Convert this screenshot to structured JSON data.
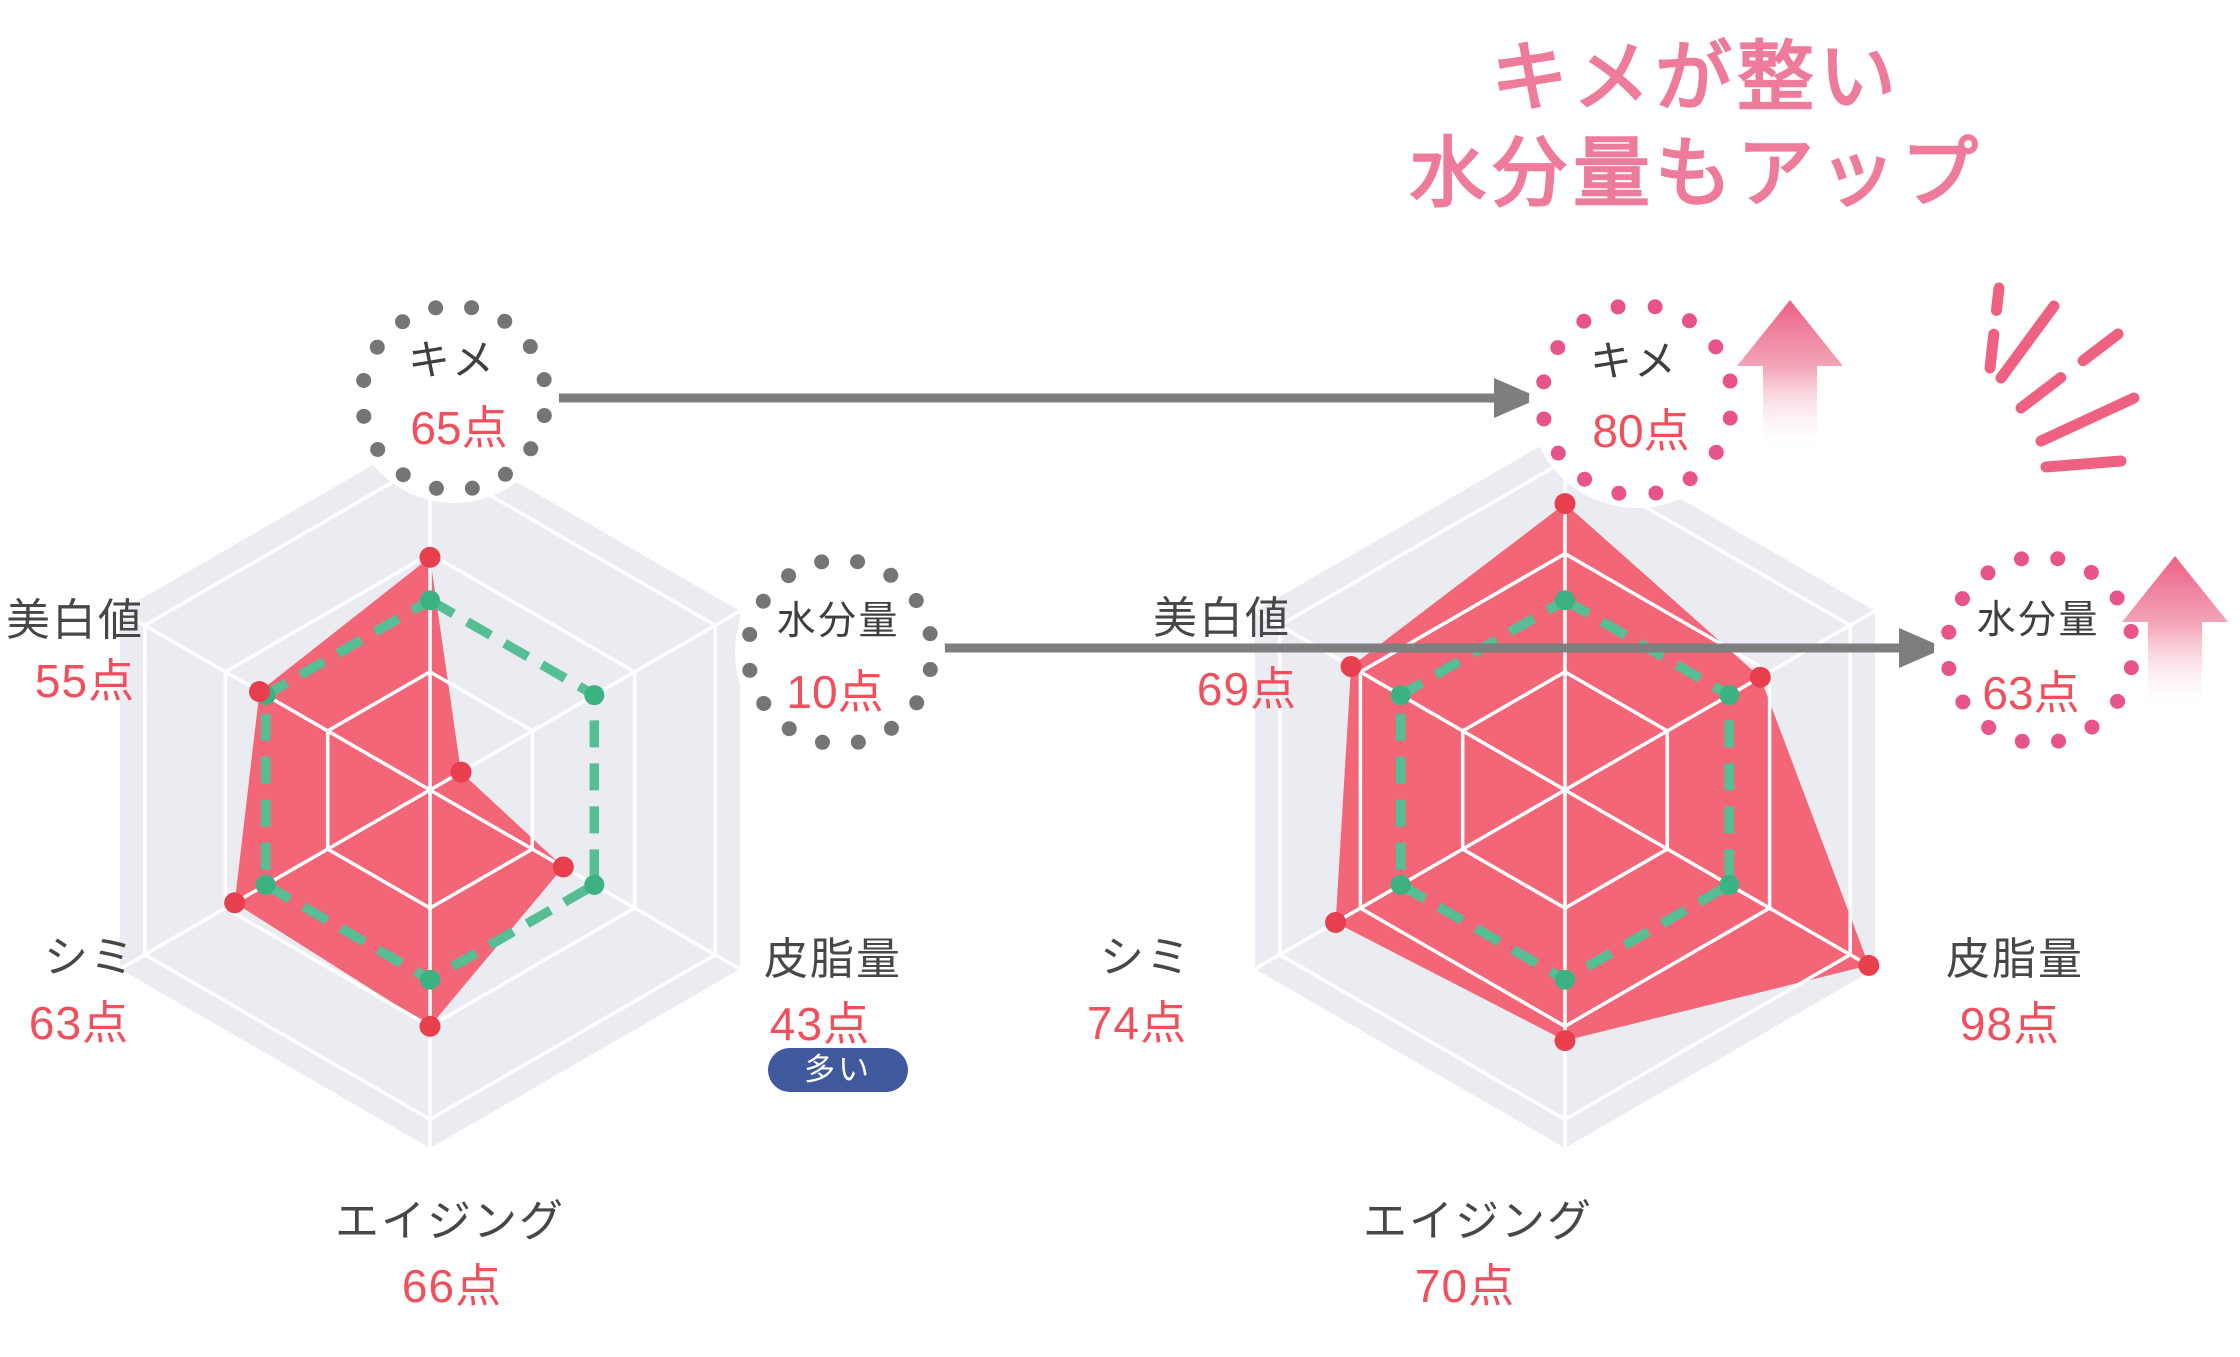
{
  "title": {
    "line1": "キメが整い",
    "line2": "水分量もアップ"
  },
  "unit_suffix": "点",
  "left_chart": {
    "name": "before",
    "callouts": [
      {
        "label": "キメ",
        "score": "65点"
      },
      {
        "label": "水分量",
        "score": "10点"
      }
    ],
    "axis_labels": [
      {
        "label": "美白値",
        "score": "55点"
      },
      {
        "label": "シミ",
        "score": "63点"
      },
      {
        "label": "皮脂量",
        "score": "43点",
        "badge": "多い"
      },
      {
        "label": "エイジング",
        "score": "66点"
      }
    ]
  },
  "right_chart": {
    "name": "after",
    "callouts": [
      {
        "label": "キメ",
        "score": "80点"
      },
      {
        "label": "水分量",
        "score": "63点"
      }
    ],
    "axis_labels": [
      {
        "label": "美白値",
        "score": "69点"
      },
      {
        "label": "シミ",
        "score": "74点"
      },
      {
        "label": "皮脂量",
        "score": "98点"
      },
      {
        "label": "エイジング",
        "score": "70点"
      }
    ]
  },
  "chart_data": [
    {
      "type": "radar",
      "name": "before",
      "categories": [
        "キメ",
        "水分量",
        "皮脂量",
        "エイジング",
        "シミ",
        "美白値"
      ],
      "series": [
        {
          "name": "score",
          "values": [
            65,
            10,
            43,
            66,
            63,
            55
          ]
        },
        {
          "name": "baseline",
          "values": [
            53,
            53,
            53,
            53,
            53,
            53
          ]
        }
      ],
      "range": [
        0,
        100
      ],
      "grid_rings": [
        0.33,
        0.66,
        0.92
      ],
      "legend": "none",
      "grid": true
    },
    {
      "type": "radar",
      "name": "after",
      "categories": [
        "キメ",
        "水分量",
        "皮脂量",
        "エイジング",
        "シミ",
        "美白値"
      ],
      "series": [
        {
          "name": "score",
          "values": [
            80,
            63,
            98,
            70,
            74,
            69
          ]
        },
        {
          "name": "baseline",
          "values": [
            53,
            53,
            53,
            53,
            53,
            53
          ]
        }
      ],
      "range": [
        0,
        100
      ],
      "grid_rings": [
        0.33,
        0.66,
        0.92
      ],
      "legend": "none",
      "grid": true
    }
  ],
  "colors": {
    "chart_fill": "#f25f70",
    "point": "#e73f4e",
    "baseline": "#56be95",
    "baseline_point": "#3cb181",
    "hex_bg": "#ebecf1",
    "grid": "#ffffff",
    "gray_dot_ring": "#757575",
    "pink_dot_ring": "#e7548a",
    "label_dark": "#474747",
    "score_red": "#f24f5c",
    "title_pink": "#ef7b9b",
    "badge_bg": "#40589e",
    "arrow_gray": "#7e7e7e",
    "up_arrow_pink": "#eb6183",
    "sparkle": "#ee6181"
  }
}
